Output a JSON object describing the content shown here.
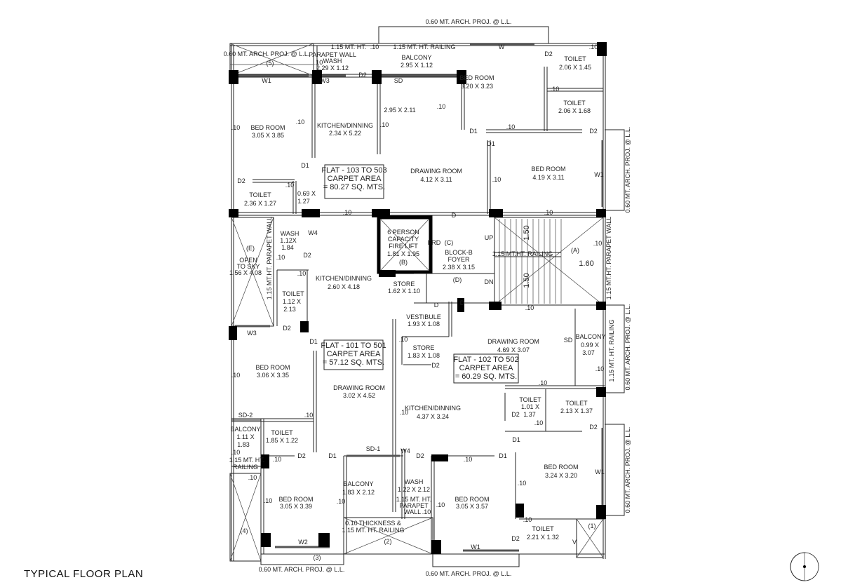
{
  "title": "TYPICAL FLOOR PLAN",
  "proj": "0.60 MT. ARCH. PROJ. @ L.L.",
  "cutouts": {
    "c1": "(1)",
    "c2": "(2)",
    "c3": "(3)",
    "c4": "(4)",
    "c5": "(5)"
  },
  "codes": {
    "d": "D",
    "d1": "D1",
    "d2": "D2",
    "w": "W",
    "w1": "W1",
    "w2": "W2",
    "w3": "W3",
    "w4": "W4",
    "sd": "SD",
    "sd1": "SD-1",
    "sd2": "SD-2",
    "v": "V",
    "thk": ".10",
    "up": "UP",
    "dn": "DN",
    "frd": "FRD"
  },
  "notes": {
    "ht115": "1.15 MT. HT.",
    "parapet_wall": "PARAPET WALL",
    "railing_ht": "1.15 MT. HT. RAILING",
    "railing_stair": "1.15 MT.HT. RAILING",
    "parapet_vert": "1.15 MT.HT. PARAPET WALL",
    "railing": "RAILING",
    "thickness": "0.10 THICKNESS &",
    "parapet": "PARAPET",
    "wall": "WALL"
  },
  "flats": [
    {
      "name": "FLAT - 103 TO 503",
      "area_label": "CARPET AREA",
      "area": "= 80.27 SQ. MTS."
    },
    {
      "name": "FLAT - 101 TO 501",
      "area_label": "CARPET AREA",
      "area": "= 57.12 SQ. MTS."
    },
    {
      "name": "FLAT - 102 TO 502",
      "area_label": "CARPET AREA",
      "area": "= 60.29 SQ. MTS."
    }
  ],
  "rooms": {
    "wash_top": {
      "name": "WASH",
      "dim": "2.29 X 1.12"
    },
    "balcony_top": {
      "name": "BALCONY",
      "dim": "2.95 X 1.12"
    },
    "toilet_tr1": {
      "name": "TOILET",
      "dim": "2.06 X 1.45"
    },
    "bed_tr": {
      "name": "BED ROOM",
      "dim": "3.20 X 3.23"
    },
    "toilet_tr2": {
      "name": "TOILET",
      "dim": "2.06 X 1.68"
    },
    "unnamed_top": {
      "dim": "2.95 X 2.11"
    },
    "bed_tl": {
      "name": "BED ROOM",
      "dim": "3.05 X 3.85"
    },
    "kitchen_103": {
      "name": "KITCHEN/DINNING",
      "dim": "2.34 X 5.22"
    },
    "drawing_103": {
      "name": "DRAWING ROOM",
      "dim": "4.12 X 3.11"
    },
    "bed_r103": {
      "name": "BED ROOM",
      "dim": "4.19 X 3.11"
    },
    "toilet_103": {
      "name": "TOILET",
      "dim": "2.36 X 1.27"
    },
    "passage_103": {
      "dim1": "0.69 X",
      "dim2": "1.27"
    },
    "wash_101": {
      "name": "WASH",
      "dim1": "1.12X",
      "dim2": "1.84"
    },
    "ots": {
      "tag": "(E)",
      "name1": "OPEN",
      "name2": "TO SKY",
      "dim": "1.56 X 4.08"
    },
    "toilet_101": {
      "name": "TOILET",
      "dim1": "1.12 X",
      "dim2": "2.13"
    },
    "kitchen_101": {
      "name": "KITCHEN/DINNING",
      "dim": "2.60 X 4.18"
    },
    "lift": {
      "l1": "6 PERSON",
      "l2": "CAPACITY",
      "l3": "FIRE LIFT",
      "dim": "1.81 X 1.95",
      "tag": "(B)"
    },
    "foyer": {
      "tag": "(C)",
      "l1": "BLOCK-B",
      "l2": "FOYER",
      "dim": "2.38 X 3.15"
    },
    "store_lift": {
      "name": "STORE",
      "dim": "1.62 X 1.10"
    },
    "passage_d": {
      "tag": "(D)"
    },
    "stair": {
      "tag": "(A)",
      "w1": "1.50",
      "w2": "1.50",
      "landing": "1.60"
    },
    "vestibule": {
      "name": "VESTIBULE",
      "dim": "1.93 X 1.08"
    },
    "store_102": {
      "name": "STORE",
      "dim": "1.83 X 1.08"
    },
    "drawing_102": {
      "name": "DRAWING ROOM",
      "dim": "4.69 X 3.07"
    },
    "balcony_102": {
      "name": "BALCONY",
      "dim1": "0.99 X",
      "dim2": "3.07"
    },
    "bed_101a": {
      "name": "BED ROOM",
      "dim": "3.06 X 3.35"
    },
    "drawing_101": {
      "name": "DRAWING ROOM",
      "dim": "3.02 X 4.52"
    },
    "balcony_101": {
      "name": "BALCONY",
      "dim1": "1.11 X",
      "dim2": "1.83"
    },
    "toilet_101b": {
      "name": "TOILET",
      "dim": "1.85 X 1.22"
    },
    "kitchen_102": {
      "name": "KITCHEN/DINNING",
      "dim": "4.37 X 3.24"
    },
    "toilet_102a": {
      "name": "TOILET",
      "dim1": "1.01 X",
      "dim2": "1.37"
    },
    "toilet_102b": {
      "name": "TOILET",
      "dim": "2.13 X 1.37"
    },
    "bed_102a": {
      "name": "BED ROOM",
      "dim": "3.24 X 3.20"
    },
    "balcony_bot": {
      "name": "BALCONY",
      "dim": "1.83 X 2.12"
    },
    "wash_bot": {
      "name": "WASH",
      "dim": "1.22 X 2.12"
    },
    "bed_101b": {
      "name": "BED ROOM",
      "dim": "3.05 X 3.39"
    },
    "bed_102b": {
      "name": "BED ROOM",
      "dim": "3.05 X 3.57"
    },
    "toilet_102c": {
      "name": "TOILET",
      "dim": "2.21 X 1.32"
    }
  }
}
